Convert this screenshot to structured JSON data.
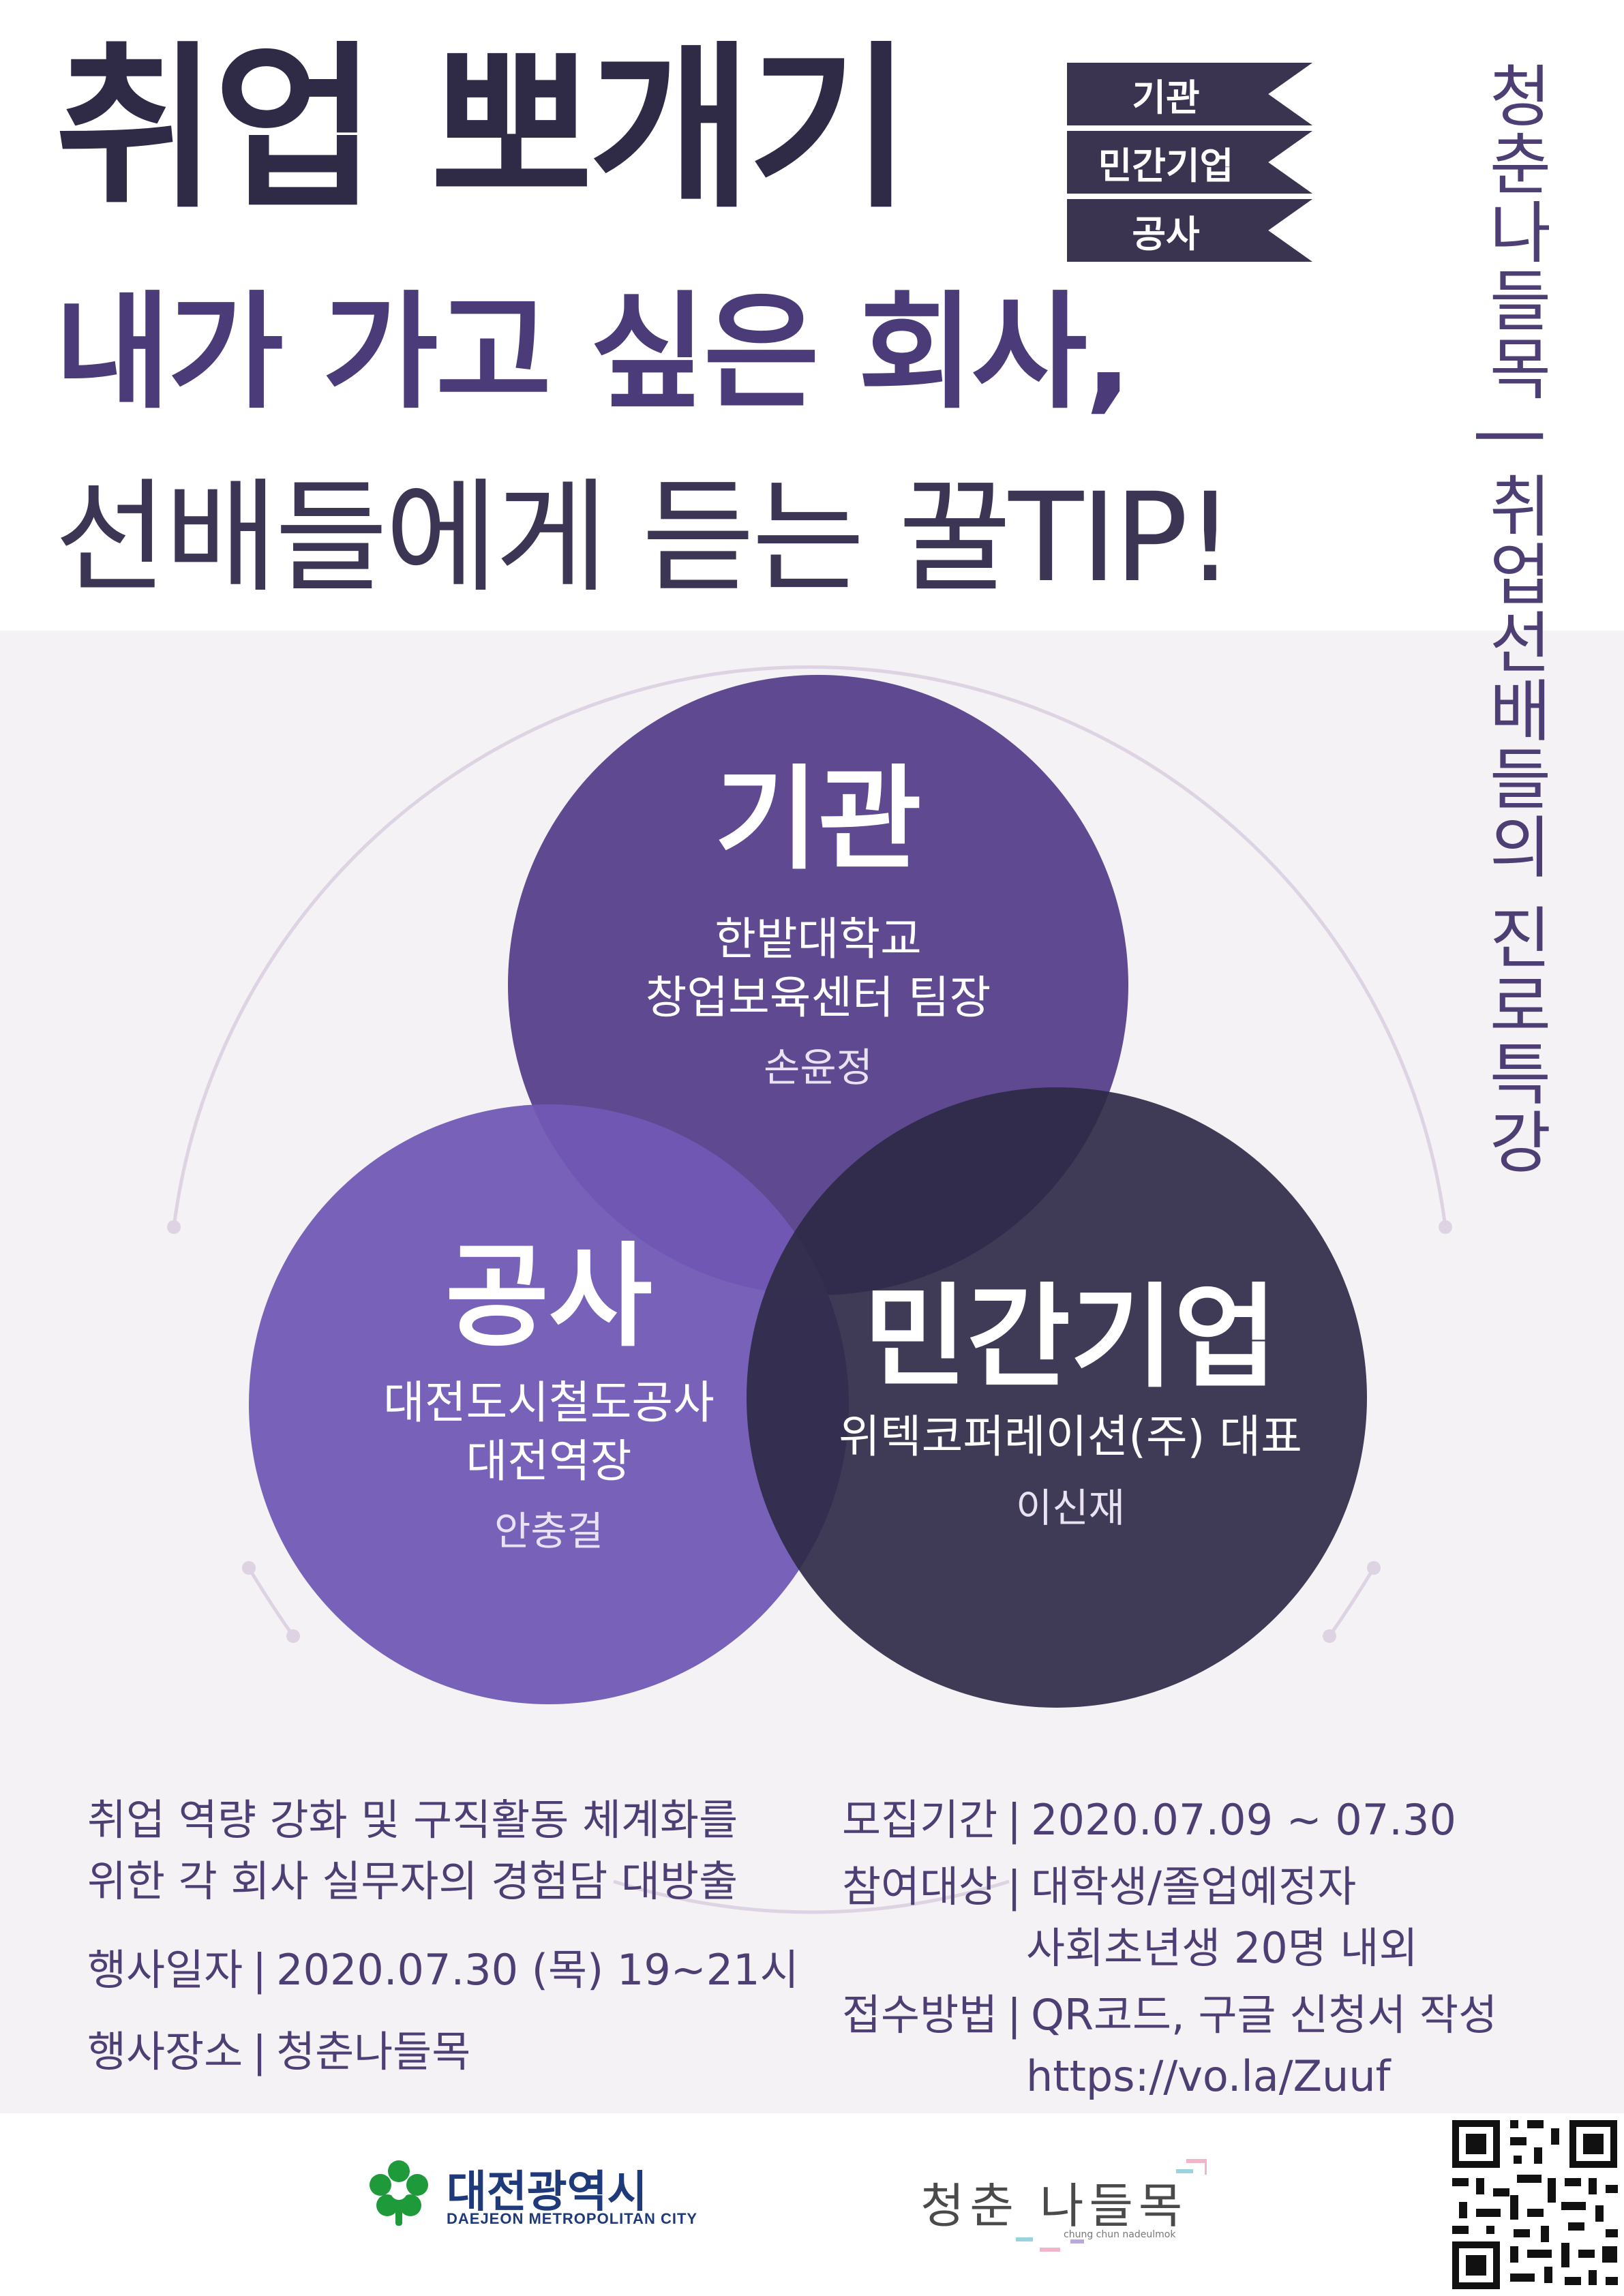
{
  "header": {
    "title_main": "취업 뽀개기",
    "tags": [
      "기관",
      "민간기업",
      "공사"
    ],
    "subtitle_line1": "내가 가고 싶은 회사,",
    "subtitle_line2": "선배들에게 듣는 꿀TIP!"
  },
  "vertical_banner": "청춘나들목 | 취업선배들의 진로특강",
  "circles": {
    "top": {
      "title": "기관",
      "org_line1": "한밭대학교",
      "org_line2": "창업보육센터 팀장",
      "person": "손윤정",
      "color": "#563f8a"
    },
    "left": {
      "title": "공사",
      "org_line1": "대전도시철도공사",
      "org_line2": "대전역장",
      "person": "안충걸",
      "color": "#7158b5"
    },
    "right": {
      "title": "민간기업",
      "org_line1": "위텍코퍼레이션(주) 대표",
      "person": "이신재",
      "color": "#2f2a46"
    }
  },
  "info_left": {
    "desc_line1": "취업 역량 강화 및 구직활동 체계화를",
    "desc_line2": "위한 각 회사 실무자의 경험담 대방출",
    "date_label": "행사일자",
    "date_value": "2020.07.30 (목) 19~21시",
    "place_label": "행사장소",
    "place_value": "청춘나들목"
  },
  "info_right": {
    "period_label": "모집기간",
    "period_value": "2020.07.09 ~ 07.30",
    "target_label": "참여대상",
    "target_value1": "대학생/졸업예정자",
    "target_value2": "사회초년생 20명 내외",
    "apply_label": "접수방법",
    "apply_value": "QR코드, 구글 신청서 작성",
    "apply_url": "https://vo.la/Zuuf"
  },
  "separator": "|",
  "footer": {
    "daejeon_name": "대전광역시",
    "daejeon_en": "DAEJEON METROPOLITAN CITY",
    "chungchun_name": "청춘 나들목",
    "chungchun_en": "chung chun nadeulmok"
  },
  "colors": {
    "purple_dark": "#2f2a46",
    "purple_mid": "#563f8a",
    "purple_light": "#7158b5",
    "text": "#4d3e73",
    "daejeon_green": "#1f9a3a"
  }
}
